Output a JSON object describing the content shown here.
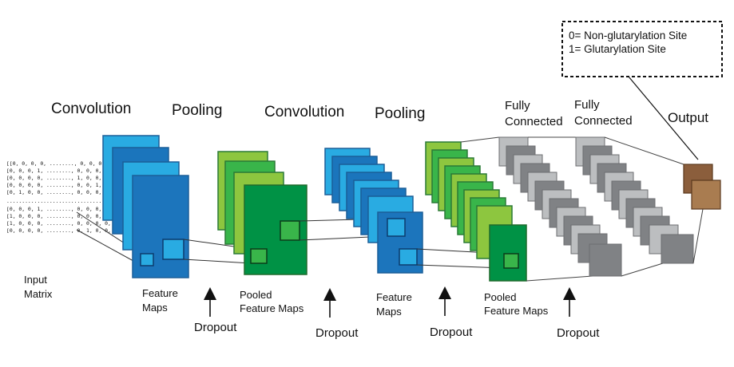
{
  "legend": {
    "line1": "0= Non-glutarylation Site",
    "line2": "1= Glutarylation Site"
  },
  "stage_labels": {
    "conv1": "Convolution",
    "pool1": "Pooling",
    "conv2": "Convolution",
    "pool2": "Pooling",
    "fc1_line1": "Fully",
    "fc1_line2": "Connected",
    "fc2_line1": "Fully",
    "fc2_line2": "Connected",
    "output": "Output"
  },
  "sub_labels": {
    "input_line1": "Input",
    "input_line2": "Matrix",
    "feature1_line1": "Feature",
    "feature1_line2": "Maps",
    "pooled1_line1": "Pooled",
    "pooled1_line2": "Feature Maps",
    "feature2_line1": "Feature",
    "feature2_line2": "Maps",
    "pooled2_line1": "Pooled",
    "pooled2_line2": "Feature Maps"
  },
  "dropout": [
    "Dropout",
    "Dropout",
    "Dropout",
    "Dropout"
  ],
  "matrix_rows": [
    "[[0, 0, 0, 0, ........, 0, 0, 0, 0, 1]",
    "[0, 0, 0, 1, ........, 0, 0, 0, 0, 0]",
    "[0, 0, 0, 0, ........, 1, 0, 0, 0, 0]",
    "[0, 0, 0, 0, ........, 0, 0, 1, 0, 0]",
    "[0, 1, 0, 0, ........, 0, 0, 0, 0, 0]",
    "......................................................",
    "[0, 0, 0, 1, ........, 0, 0, 0, 0, 0]",
    "[1, 0, 0, 0, ........, 0, 0, 0, 0, 0]",
    "[1, 0, 0, 0, ........, 0, 0, 0, 0, 0]",
    "[0, 0, 0, 0, ........, 0, 1, 0, 0, 0]]"
  ],
  "colors": {
    "blue_light": "#29abe2",
    "blue_mid": "#1b75bc",
    "blue_dark": "#1c5aa8",
    "green_light": "#8dc63f",
    "green_mid": "#39b54a",
    "green_dark": "#009245",
    "gray_light": "#bcbec0",
    "gray_dark": "#808285",
    "brown_dark": "#8b5e3c",
    "brown_light": "#a97c50"
  }
}
